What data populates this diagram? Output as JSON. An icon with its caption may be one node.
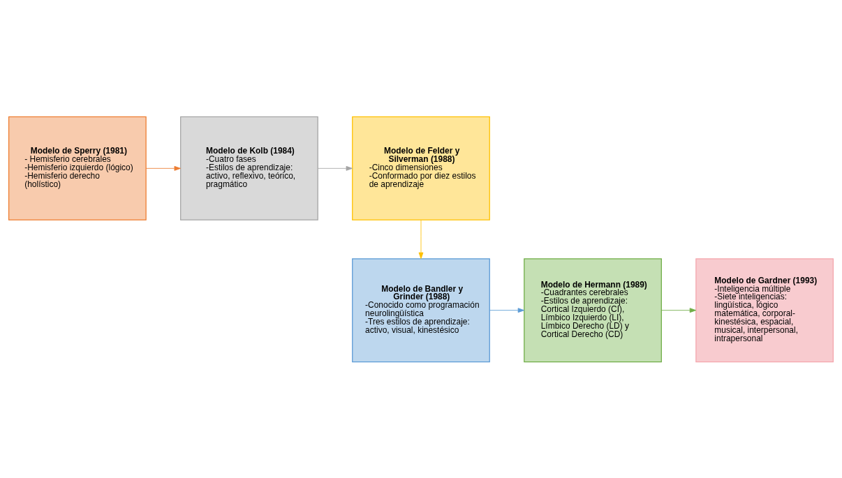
{
  "diagram": {
    "nodes": [
      {
        "text": [
          "Modelo de Sperry (1981)",
          "- Hemisferio cerebrales",
          "-Hemisferio izquierdo (lógico)",
          "-Hemisferio derecho (holístico)"
        ]
      },
      {
        "text": [
          "Modelo de Kolb (1984)",
          "-Cuatro fases",
          "-Estilos de aprendizaje: activo, reflexivo, teórico, pragmático"
        ]
      },
      {
        "text": [
          "Modelo de Felder y Silverman (1988)",
          "-Cinco dimensiones",
          "-Conformado por diez estilos de aprendizaje"
        ]
      },
      {
        "text": [
          "Modelo de Bandler y Grinder (1988)",
          "-Conocido como programación neurolingüística",
          "-Tres estilos de aprendizaje: activo, visual, kinestésico"
        ]
      },
      {
        "text": [
          "Modelo de Hermann (1989)",
          "-Cuadrantes cerebrales",
          "-Estilos de aprendizaje: Cortical Izquierdo (CI), Límbico Izquierdo (LI), Límbico Derecho (LD) y Cortical Derecho (CD)"
        ]
      },
      {
        "text": [
          "Modelo de Gardner (1993)",
          "-Inteligencia múltiple",
          "-Siete inteligencias: lingüística, lógico matemática, corporal-kinestésica, espacial, musical, interpersonal, intrapersonal"
        ]
      }
    ],
    "edges": [
      {
        "from": 0,
        "to": 1,
        "arrow": "to",
        "color": "#ed7d31"
      },
      {
        "from": 1,
        "to": 2,
        "arrow": "to",
        "color": "#a5a5a5"
      },
      {
        "from": 2,
        "to": 3,
        "arrow": "to",
        "color": "#ffc000"
      },
      {
        "from": 3,
        "to": 4,
        "arrow": "to",
        "color": "#5b9bd5"
      },
      {
        "from": 4,
        "to": 5,
        "arrow": "to",
        "color": "#70ad47"
      }
    ]
  }
}
